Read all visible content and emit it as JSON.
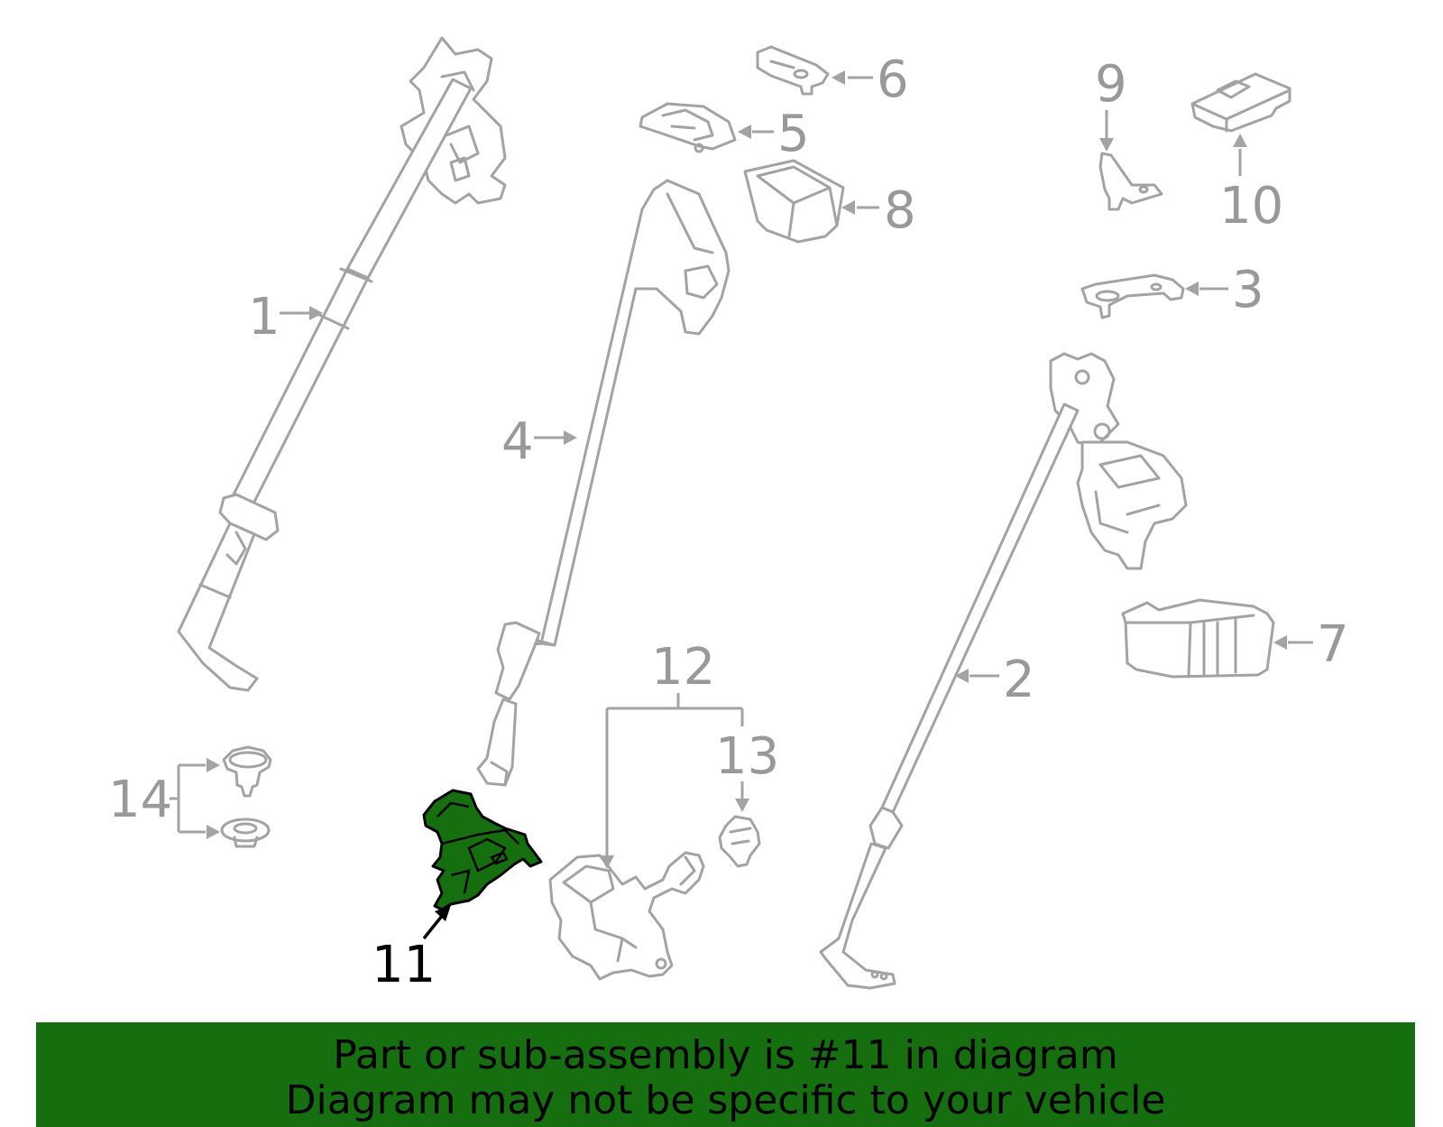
{
  "callouts": {
    "c1": "1",
    "c2": "2",
    "c3": "3",
    "c4": "4",
    "c5": "5",
    "c6": "6",
    "c7": "7",
    "c8": "8",
    "c9": "9",
    "c10": "10",
    "c11": "11",
    "c12": "12",
    "c13": "13",
    "c14": "14"
  },
  "highlighted_part": "11",
  "colors": {
    "highlight": "#156f0e",
    "part_stroke": "#a3a3a3",
    "label": "#999999"
  },
  "banner": {
    "line1": "Part or sub-assembly is #11 in diagram",
    "line2": "Diagram may not be specific to your vehicle"
  }
}
